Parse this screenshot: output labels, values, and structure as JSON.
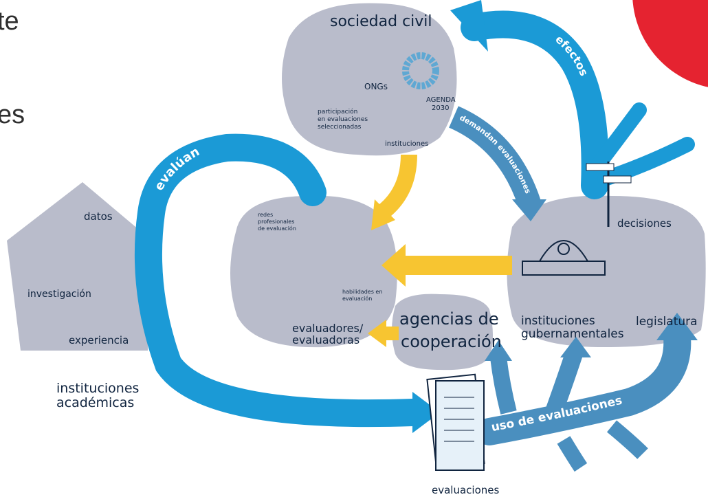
{
  "edge_text": {
    "line1": "te",
    "line2": "es"
  },
  "nodes": {
    "civil": {
      "title": "sociedad civil",
      "ongs": "ONGs",
      "agenda_line1": "AGENDA",
      "agenda_line2": "2030",
      "participacion_1": "participación",
      "participacion_2": "en evaluaciones",
      "participacion_3": "seleccionadas",
      "instituciones": "instituciones"
    },
    "evaluadores": {
      "redes_1": "redes",
      "redes_2": "profesionales",
      "redes_3": "de evaluación",
      "habilidades_1": "habilidades en",
      "habilidades_2": "evaluación",
      "label_1": "evaluadores/",
      "label_2": "evaluadoras"
    },
    "academicas": {
      "datos": "datos",
      "investigacion": "investigación",
      "experiencia": "experiencia",
      "label_1": "instituciones",
      "label_2": "académicas"
    },
    "gobierno": {
      "decisiones": "decisiones",
      "instituciones_1": "instituciones",
      "instituciones_2": "gubernamentales",
      "legislatura": "legislatura"
    },
    "agencias": {
      "line1": "agencias de",
      "line2": "cooperación"
    },
    "evaluaciones": {
      "label": "evaluaciones"
    }
  },
  "arrows": {
    "efectos": "efectos",
    "evaluan": "evalúan",
    "demandan": "demandan evaluaciones",
    "uso": "uso de evaluaciones"
  },
  "colors": {
    "blue": "#1b9ad6",
    "steel": "#4a8fbf",
    "yellow": "#f7c531",
    "bubble": "#b9bccb",
    "ink": "#10243f",
    "red": "#e52330"
  }
}
